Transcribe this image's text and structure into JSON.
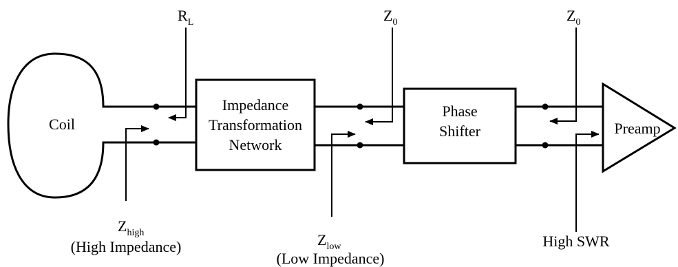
{
  "blocks": {
    "coil": "Coil",
    "impedance_network": [
      "Impedance",
      "Transformation",
      "Network"
    ],
    "phase_shifter": [
      "Phase",
      "Shifter"
    ],
    "preamp": "Preamp"
  },
  "labels": {
    "rl": {
      "main": "R",
      "sub": "L"
    },
    "z0_first": {
      "main": "Z",
      "sub": "0"
    },
    "z0_second": {
      "main": "Z",
      "sub": "0"
    },
    "z_high": {
      "main": "Z",
      "sub": "high",
      "note": "(High Impedance)"
    },
    "z_low": {
      "main": "Z",
      "sub": "low",
      "note": "(Low Impedance)"
    },
    "high_swr": "High SWR"
  }
}
